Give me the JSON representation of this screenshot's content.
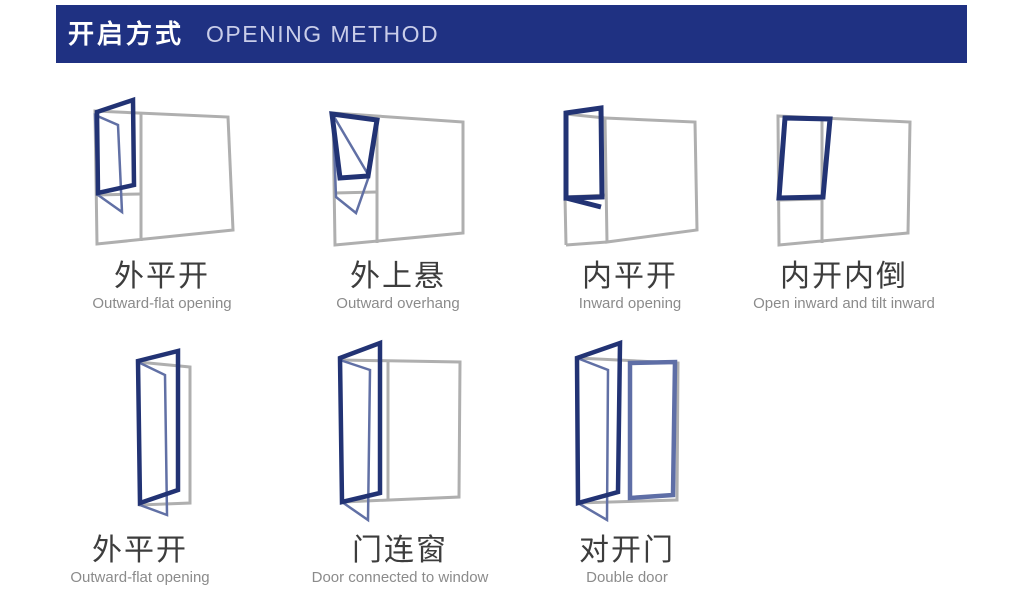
{
  "header": {
    "title_zh": "开启方式",
    "title_en": "OPENING METHOD",
    "bg_color": "#1f3182",
    "title_zh_color": "#ffffff",
    "title_en_color": "#c9cde9"
  },
  "colors": {
    "frame_gray": "#afafaf",
    "sash_dark_blue": "#223374",
    "sash_light_blue": "#6170a5",
    "closed_leaf_blue": "#5e6ea6",
    "label_zh": "#3d3d3d",
    "label_en": "#8b8b8b"
  },
  "items": [
    {
      "label_zh": "外平开",
      "label_en": "Outward-flat opening",
      "icon": "outward-flat-window-icon"
    },
    {
      "label_zh": "外上悬",
      "label_en": "Outward overhang",
      "icon": "outward-overhang-icon"
    },
    {
      "label_zh": "内平开",
      "label_en": "Inward opening",
      "icon": "inward-opening-icon"
    },
    {
      "label_zh": "内开内倒",
      "label_en": "Open inward and tilt inward",
      "icon": "inward-tilt-icon"
    },
    {
      "label_zh": "外平开",
      "label_en": "Outward-flat opening",
      "icon": "outward-flat-door-icon"
    },
    {
      "label_zh": "门连窗",
      "label_en": "Door connected to window",
      "icon": "door-connected-to-window-icon"
    },
    {
      "label_zh": "对开门",
      "label_en": "Double door",
      "icon": "double-door-icon"
    }
  ]
}
